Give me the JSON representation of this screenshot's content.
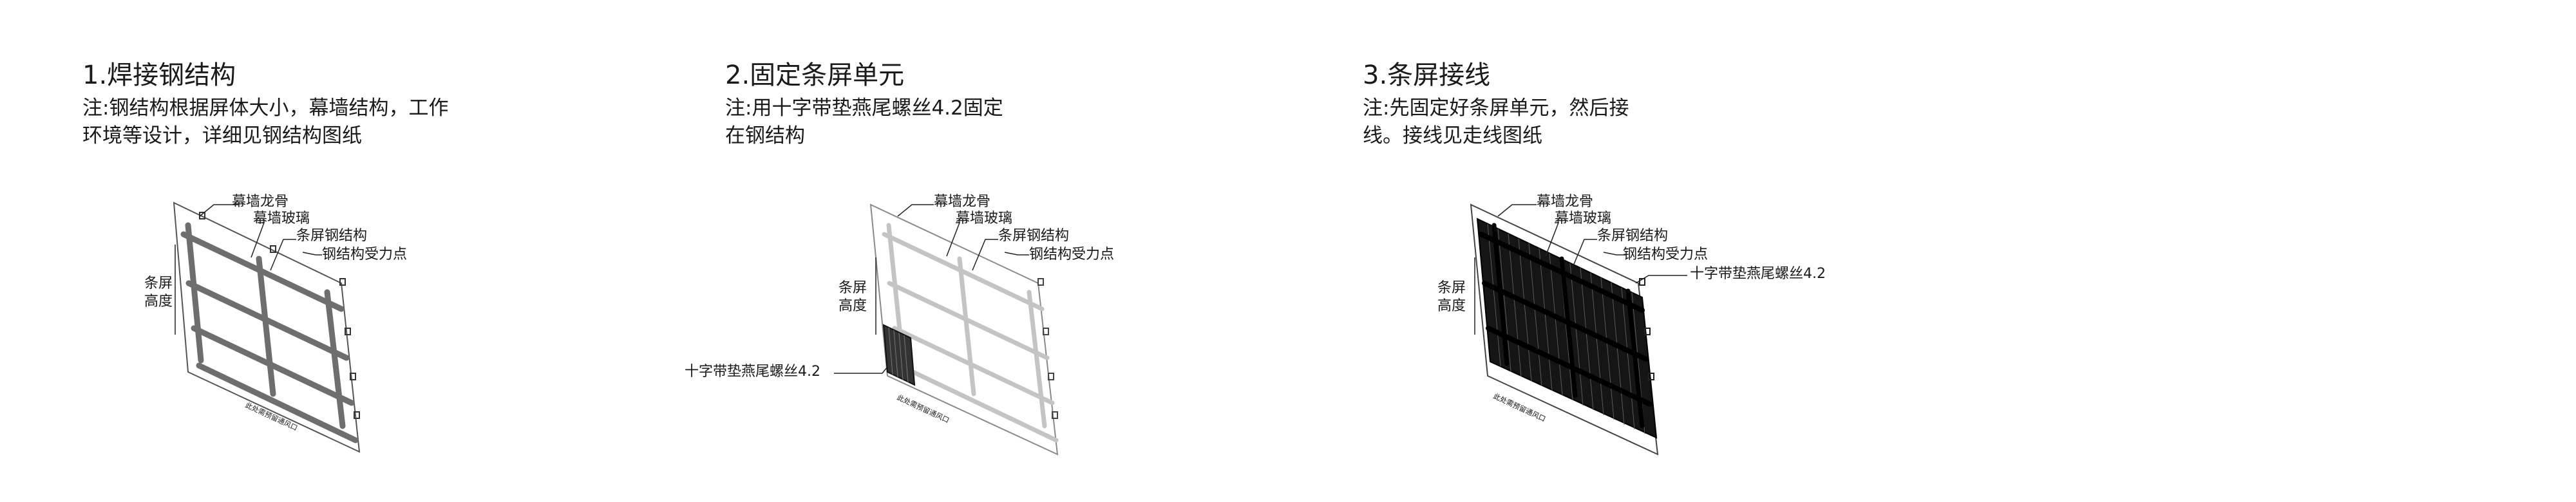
{
  "steps": [
    {
      "title": "1.焊接钢结构",
      "note_lines": [
        "注:钢结构根据屏体大小，幕墙结构，工作",
        "环境等设计，详细见钢结构图纸"
      ],
      "labels": {
        "keel": "幕墙龙骨",
        "glass": "幕墙玻璃",
        "steel": "条屏钢结构",
        "force": "钢结构受力点",
        "height_1": "条屏",
        "height_2": "高度",
        "bottom": "此处需预留通风口"
      }
    },
    {
      "title": "2.固定条屏单元",
      "note_lines": [
        "注:用十字带垫燕尾螺丝4.2固定",
        "在钢结构"
      ],
      "labels": {
        "keel": "幕墙龙骨",
        "glass": "幕墙玻璃",
        "steel": "条屏钢结构",
        "force": "钢结构受力点",
        "height_1": "条屏",
        "height_2": "高度",
        "screw": "十字带垫燕尾螺丝4.2",
        "bottom": "此处需预留通风口"
      }
    },
    {
      "title": "3.条屏接线",
      "note_lines": [
        "注:先固定好条屏单元，然后接",
        "线。接线见走线图纸"
      ],
      "labels": {
        "keel": "幕墙龙骨",
        "glass": "幕墙玻璃",
        "steel": "条屏钢结构",
        "force": "钢结构受力点",
        "screw": "十字带垫燕尾螺丝4.2",
        "height_1": "条屏",
        "height_2": "高度",
        "bottom": "此处需预留通风口"
      }
    }
  ]
}
